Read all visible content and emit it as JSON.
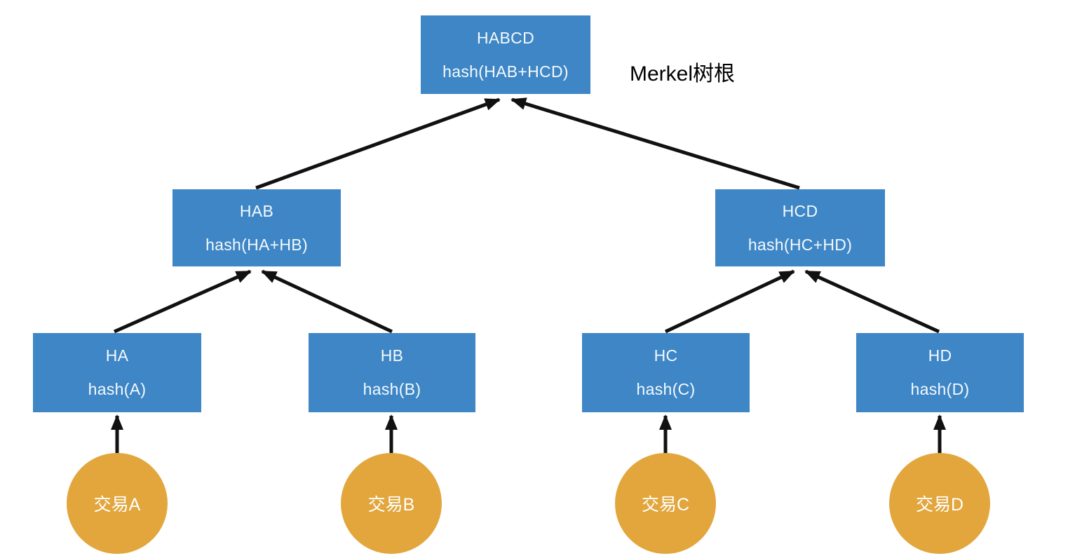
{
  "diagram": {
    "root_label": "Merkel树根",
    "colors": {
      "background": "#ffffff",
      "node_fill": "#3e86c5",
      "node_text": "#f4f9fd",
      "leaf_fill": "#e2a63c",
      "leaf_text": "#ffffff",
      "arrow": "#111111",
      "label_text": "#000000"
    },
    "nodes": {
      "root": {
        "name": "HABCD",
        "formula": "hash(HAB+HCD)"
      },
      "hab": {
        "name": "HAB",
        "formula": "hash(HA+HB)"
      },
      "hcd": {
        "name": "HCD",
        "formula": "hash(HC+HD)"
      },
      "ha": {
        "name": "HA",
        "formula": "hash(A)"
      },
      "hb": {
        "name": "HB",
        "formula": "hash(B)"
      },
      "hc": {
        "name": "HC",
        "formula": "hash(C)"
      },
      "hd": {
        "name": "HD",
        "formula": "hash(D)"
      }
    },
    "transactions": {
      "a": {
        "label": "交易A"
      },
      "b": {
        "label": "交易B"
      },
      "c": {
        "label": "交易C"
      },
      "d": {
        "label": "交易D"
      }
    },
    "edges": [
      {
        "from": "hab",
        "to": "root"
      },
      {
        "from": "hcd",
        "to": "root"
      },
      {
        "from": "ha",
        "to": "hab"
      },
      {
        "from": "hb",
        "to": "hab"
      },
      {
        "from": "hc",
        "to": "hcd"
      },
      {
        "from": "hd",
        "to": "hcd"
      },
      {
        "from": "tx-a",
        "to": "ha"
      },
      {
        "from": "tx-b",
        "to": "hb"
      },
      {
        "from": "tx-c",
        "to": "hc"
      },
      {
        "from": "tx-d",
        "to": "hd"
      }
    ]
  }
}
